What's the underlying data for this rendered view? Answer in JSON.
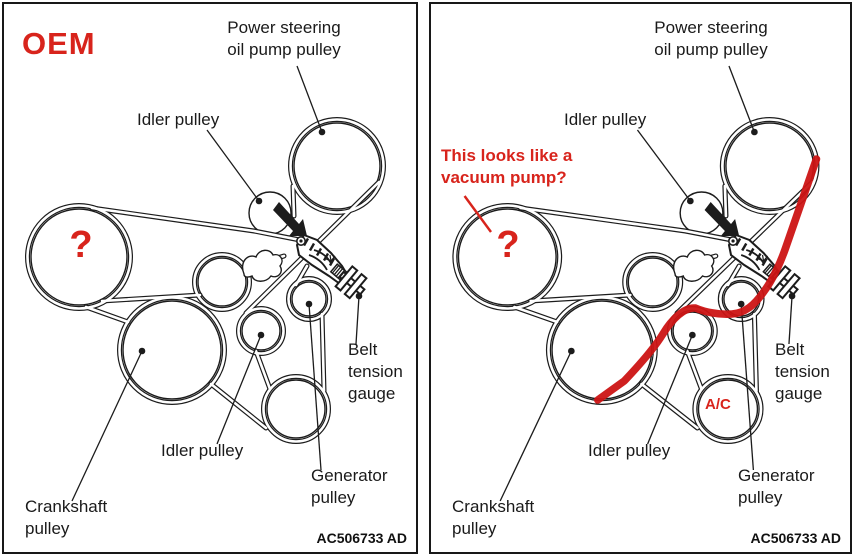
{
  "colors": {
    "annotation_red": "#d8241c",
    "highlight_red": "#cc1414",
    "ink": "#1c1c1c",
    "background": "#ffffff"
  },
  "left_panel": {
    "badge": "OEM",
    "part_code": "AC506733 AD"
  },
  "right_panel": {
    "part_code": "AC506733 AD",
    "vacuum_note_line1": "This looks like a",
    "vacuum_note_line2": "vacuum pump?",
    "ac_pulley_label": "A/C"
  },
  "labels": {
    "power_steering_line1": "Power steering",
    "power_steering_line2": "oil pump pulley",
    "idler_top": "Idler pulley",
    "idler_bottom": "Idler pulley",
    "generator_line1": "Generator",
    "generator_line2": "pulley",
    "crankshaft_line1": "Crankshaft",
    "crankshaft_line2": "pulley",
    "belt_gauge_line1": "Belt",
    "belt_gauge_line2": "tension",
    "belt_gauge_line3": "gauge",
    "unknown_pulley_mark": "?"
  }
}
